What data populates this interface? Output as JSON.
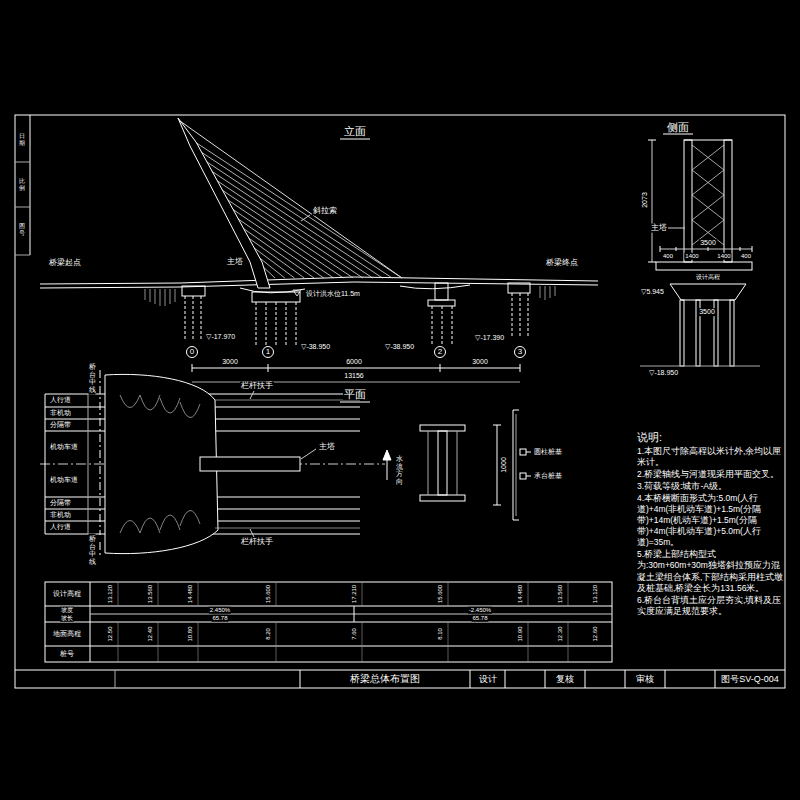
{
  "diagram": {
    "nodes": [
      {
        "text": [
          "0"
        ]
      },
      {
        "text": [
          "1"
        ]
      },
      {
        "text": [
          "2"
        ]
      },
      {
        "text": [
          "3"
        ]
      },
      {
        "text": [
          "桥梁总体布置图"
        ]
      },
      {
        "text": [
          "设计"
        ]
      },
      {
        "text": [
          "复核"
        ]
      },
      {
        "text": [
          "审核"
        ]
      },
      {
        "text": [
          "图号SV-Q-004"
        ]
      }
    ],
    "labels": [
      "立面",
      "平面",
      "侧面",
      "斜拉索",
      "主塔",
      "桥梁起点",
      "桥梁终点",
      "设计洪水位11.5m",
      "▽-17.970",
      "▽-38.950",
      "▽-38.950",
      "▽-17.390",
      "3000",
      "6000",
      "3000",
      "13156",
      "栏杆扶手",
      "栏杆扶手",
      "主塔",
      "人行道",
      "非机动",
      "分隔带",
      "机动车道",
      "机动车道",
      "分隔带",
      "非机动",
      "人行道",
      "桥台中线",
      "桥台中线",
      "水流方向",
      "圆柱桩基",
      "承台桩基",
      "1000",
      "主塔",
      "2073",
      "3500",
      "400",
      "1400",
      "1400",
      "400",
      "设计高程",
      "▽5.945",
      "3500",
      "▽-18.950",
      "说明:",
      "1.本图尺寸除高程以米计外,余均以厘米计。",
      "2.桥梁轴线与河道现采用平面交叉。",
      "3.荷载等级:城市-A级。",
      "4.本桥横断面形式为:5.0m(人行道)+4m(非机动车道)+1.5m(分隔带)+14m(机动车道)+1.5m(分隔带)+4m(非机动车道)+5.0m(人行道)=35m。",
      "5.桥梁上部结构型式为:30m+60m+30m独塔斜拉预应力混凝土梁组合体系,下部结构采用柱式墩及桩基础,桥梁全长为131.56米。",
      "6.桥台台背填土应分层夯实,填料及压实度应满足规范要求。",
      "设计高程",
      "坡度",
      "坡长",
      "地面高程",
      "桩号",
      "2.450%",
      "65.78",
      "-2.450%",
      "65.78",
      "13.120",
      "13.560",
      "14.480",
      "15.600",
      "17.210",
      "15.600",
      "14.480",
      "13.560",
      "13.120",
      "12.50",
      "12.40",
      "10.80",
      "8.20",
      "7.60",
      "8.10",
      "10.90",
      "12.30",
      "12.60",
      "日期",
      "比例",
      "图号"
    ]
  }
}
